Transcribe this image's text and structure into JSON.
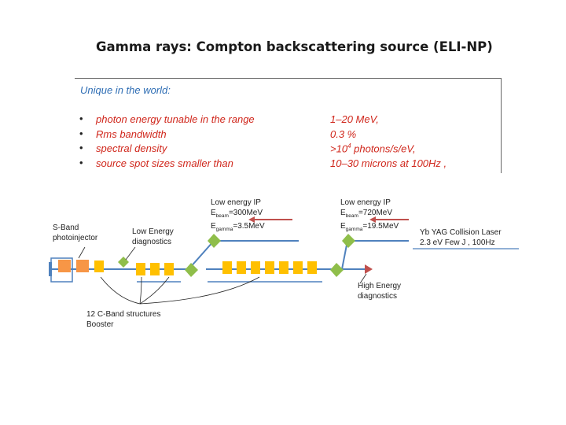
{
  "title": "Gamma rays: Compton backscattering source (ELI-NP)",
  "box": {
    "subtitle": "Unique in the world:",
    "bullets": [
      {
        "label": "photon energy tunable in the range",
        "value": "1–20 MeV,"
      },
      {
        "label": "Rms bandwidth",
        "value": "0.3   %"
      },
      {
        "label": "spectral density",
        "value_prefix": ">10",
        "value_sup": "4",
        "value_suffix": " photons/s/eV,"
      },
      {
        "label": "source spot sizes smaller than",
        "value": "10–30 microns at 100Hz ,"
      }
    ]
  },
  "diagram": {
    "sband_line1": "S-Band",
    "sband_line2": "photoinjector",
    "low_diag_line1": "Low Energy",
    "low_diag_line2": "diagnostics",
    "ip_low": {
      "title": "Low energy IP",
      "beam_prefix": "E",
      "beam_sub": "beam",
      "beam_value": "=300MeV",
      "gamma_prefix": "E",
      "gamma_sub": "gamma",
      "gamma_value": "=3.5MeV"
    },
    "ip_high": {
      "title": "Low energy IP",
      "beam_prefix": "E",
      "beam_sub": "beam",
      "beam_value": "=720MeV",
      "gamma_prefix": "E",
      "gamma_sub": "gamma",
      "gamma_value": "=19.5MeV"
    },
    "laser_line1": "Yb YAG Collision Laser",
    "laser_line2": "2.3 eV Few J , 100Hz",
    "high_diag_line1": "High Energy",
    "high_diag_line2": "diagnostics",
    "booster_line1": "12 C-Band structures",
    "booster_line2": "Booster"
  },
  "colors": {
    "title": "#1a1a1a",
    "subtitle": "#2e6db4",
    "bullet_text": "#d0271c",
    "cband": "#ffc000",
    "sband": "#f79646",
    "magnet": "#8fbe4a",
    "beam": "#4f81bd",
    "laser": "#c0504d",
    "diag_high": "#c0504d"
  }
}
